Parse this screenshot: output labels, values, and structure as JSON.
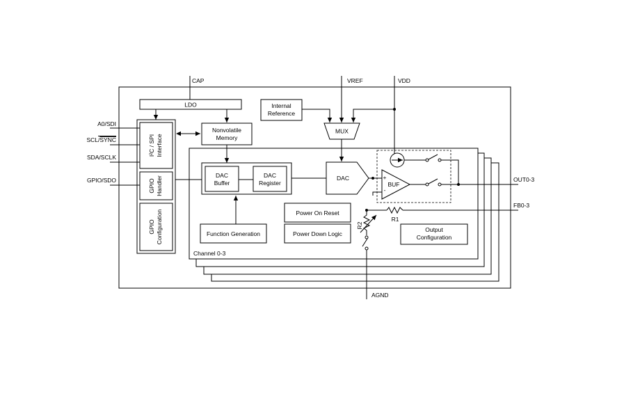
{
  "pins": {
    "cap": "CAP",
    "vref": "VREF",
    "vdd": "VDD",
    "a0_sdi": "A0/SDI",
    "scl_sync_prefix": "SCL/",
    "scl_sync_bar": "SYNC",
    "sda_sclk": "SDA/SCLK",
    "gpio_sdo": "GPIO/SDO",
    "out": "OUT0-3",
    "fb": "FB0-3",
    "agnd": "AGND"
  },
  "blocks": {
    "ldo": "LDO",
    "internal_reference": [
      "Internal",
      "Reference"
    ],
    "mux": "MUX",
    "nonvolatile_memory": [
      "Nonvolatile",
      "Memory"
    ],
    "i2c_spi_interface": [
      "I²C / SPI",
      "Interface"
    ],
    "gpio_handler": [
      "GPIO",
      "Handler"
    ],
    "gpio_configuration": [
      "GPIO",
      "Configuration"
    ],
    "dac_buffer": [
      "DAC",
      "Buffer"
    ],
    "dac_register": [
      "DAC",
      "Register"
    ],
    "dac": "DAC",
    "buf": "BUF",
    "function_generation": "Function Generation",
    "power_on_reset": "Power On Reset",
    "power_down_logic": "Power Down Logic",
    "output_configuration": [
      "Output",
      "Configuration"
    ],
    "channel": "Channel 0-3",
    "r1": "R1",
    "r2": "R2",
    "plus": "+",
    "minus": "-"
  }
}
